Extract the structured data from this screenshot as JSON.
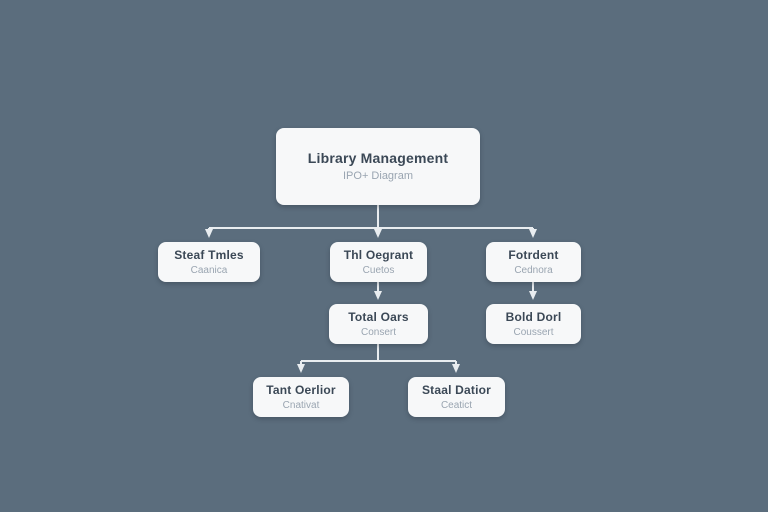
{
  "diagram": {
    "kind": "hierarchy-flowchart",
    "colors": {
      "background": "#5b6d7d",
      "node_fill": "#f7f8f9",
      "connector": "#e9edf0",
      "title_text": "#3b4856",
      "subtitle_text": "#9aa5b1"
    },
    "nodes": {
      "root": {
        "title": "Library Management",
        "subtitle": "IPO+ Diagram"
      },
      "staff_tables": {
        "title": "Steaf Tmles",
        "subtitle": "Caanica"
      },
      "the_diagram": {
        "title": "Thl Oegrant",
        "subtitle": "Cuetos"
      },
      "student": {
        "title": "Fotrdent",
        "subtitle": "Cednora"
      },
      "total_oars": {
        "title": "Total Oars",
        "subtitle": "Consert"
      },
      "bold_dorl": {
        "title": "Bold Dorl",
        "subtitle": "Coussert"
      },
      "tant_oerlior": {
        "title": "Tant Oerlior",
        "subtitle": "Cnativat"
      },
      "staal_datior": {
        "title": "Staal Datior",
        "subtitle": "Ceatict"
      }
    },
    "edges": [
      {
        "from": "root",
        "to": "staff_tables"
      },
      {
        "from": "root",
        "to": "the_diagram"
      },
      {
        "from": "root",
        "to": "student"
      },
      {
        "from": "the_diagram",
        "to": "total_oars"
      },
      {
        "from": "student",
        "to": "bold_dorl"
      },
      {
        "from": "total_oars",
        "to": "tant_oerlior"
      },
      {
        "from": "total_oars",
        "to": "staal_datior"
      }
    ]
  }
}
